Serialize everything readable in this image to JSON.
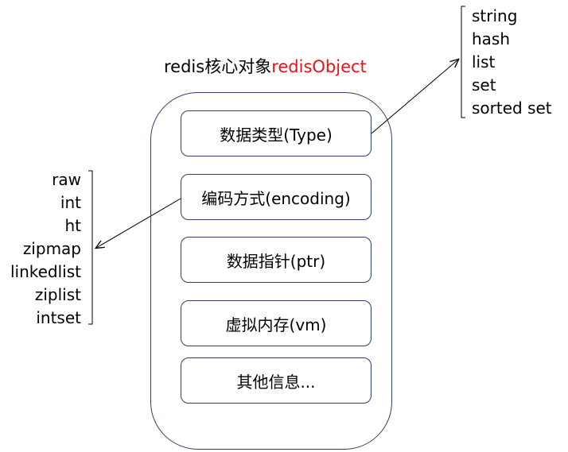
{
  "title": {
    "prefix": "redis核心对象",
    "highlight": "redisObject"
  },
  "fields": [
    {
      "label": "数据类型(Type)"
    },
    {
      "label": "编码方式(encoding)"
    },
    {
      "label": "数据指针(ptr)"
    },
    {
      "label": "虚拟内存(vm)"
    },
    {
      "label": "其他信息..."
    }
  ],
  "type_values": [
    "string",
    "hash",
    "list",
    "set",
    "sorted set"
  ],
  "encoding_values": [
    "raw",
    "int",
    "ht",
    "zipmap",
    "linkedlist",
    "ziplist",
    "intset"
  ],
  "colors": {
    "highlight": "#e8141a",
    "outline": "#2e3f6b",
    "line": "#000000"
  }
}
